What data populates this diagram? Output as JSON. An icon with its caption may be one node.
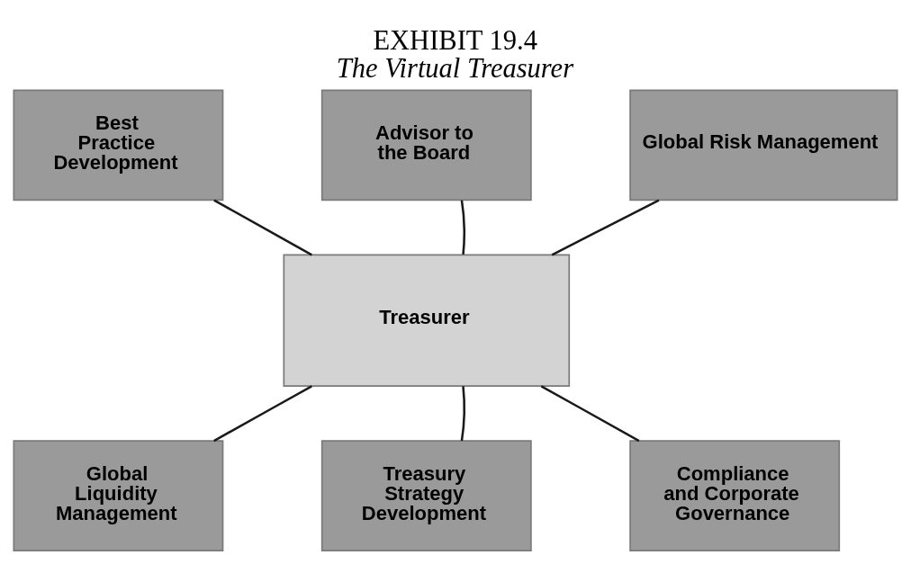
{
  "diagram": {
    "title": "EXHIBIT 19.4",
    "caption": "The Virtual Treasurer",
    "nodes": [
      {
        "text": [
          "Treasurer"
        ]
      },
      {
        "text": [
          "Advisor to the Board"
        ]
      },
      {
        "text": [
          "Best Practice Development"
        ]
      },
      {
        "text": [
          "Global Risk Management"
        ]
      },
      {
        "text": [
          "Global Liquidity Management"
        ]
      },
      {
        "text": [
          "Compliance and Corporate Governance"
        ]
      },
      {
        "text": [
          "Treasury Strategy Development"
        ]
      }
    ],
    "edges": [
      {
        "from": 0,
        "to": 1,
        "arrow": "none"
      },
      {
        "from": 0,
        "to": 2,
        "arrow": "none"
      },
      {
        "from": 0,
        "to": 3,
        "arrow": "none"
      },
      {
        "from": 0,
        "to": 4,
        "arrow": "none"
      },
      {
        "from": 0,
        "to": 5,
        "arrow": "none"
      },
      {
        "from": 0,
        "to": 6,
        "arrow": "none"
      }
    ]
  }
}
